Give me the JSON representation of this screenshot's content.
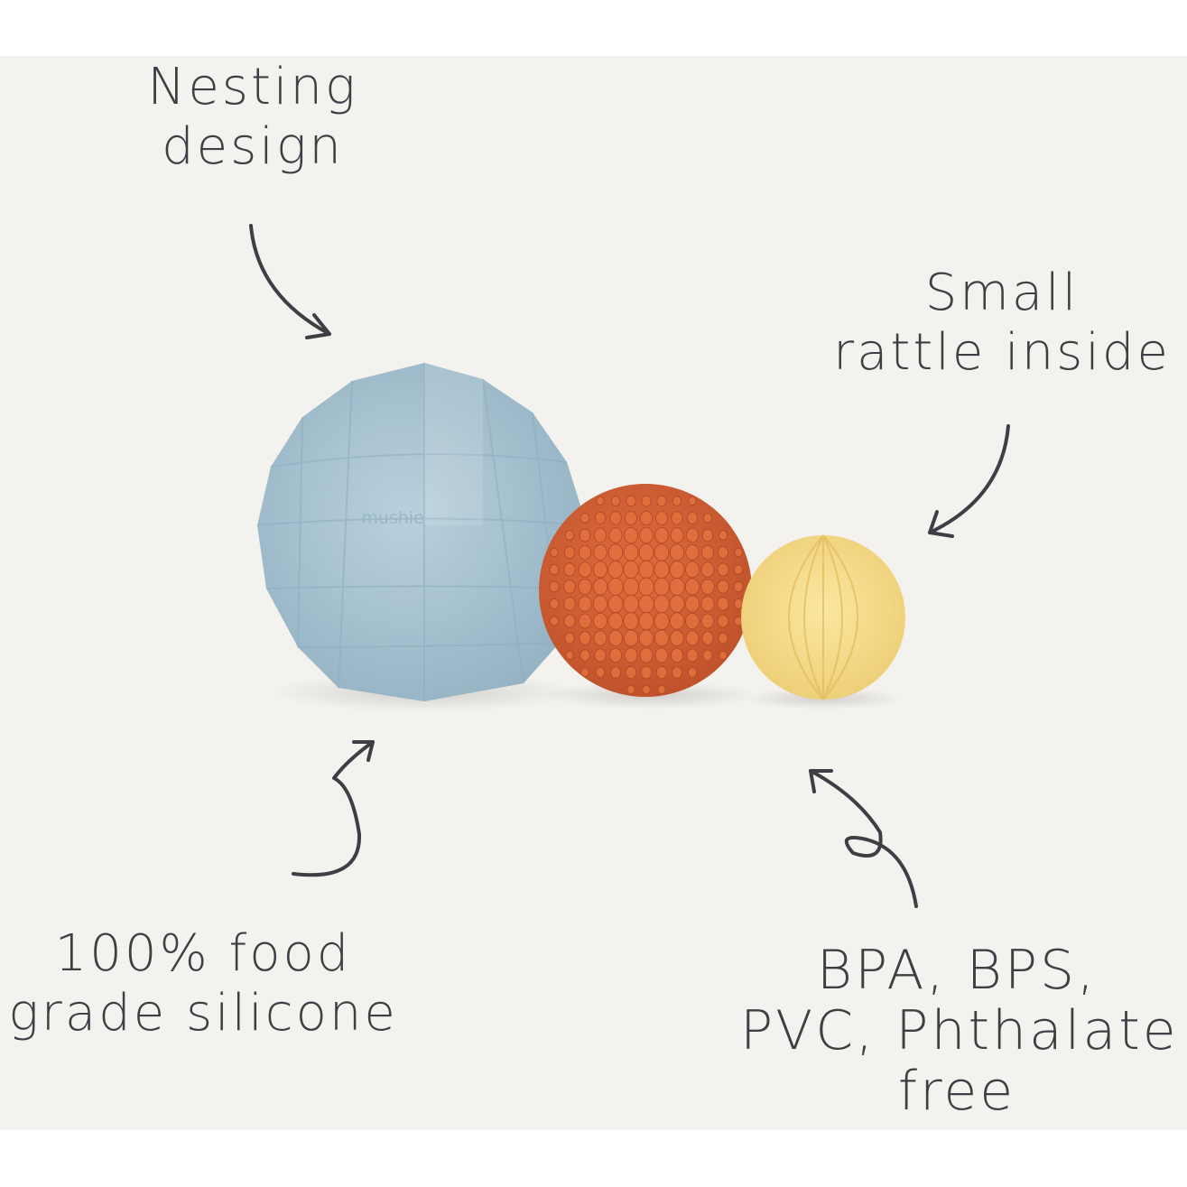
{
  "annotations": {
    "nesting": [
      "Nesting",
      "design"
    ],
    "rattle": [
      "Small",
      "rattle inside"
    ],
    "silicone": [
      "100% food",
      "grade silicone"
    ],
    "free": [
      "BPA, BPS,",
      "PVC, Phthalate",
      "free"
    ]
  },
  "product": {
    "brand_mark": "mushie"
  },
  "colors": {
    "background": "#f4f2ee",
    "large_ball": "#a9c4d3",
    "medium_ball": "#d4643a",
    "small_ball": "#f6dc8b",
    "ink": "#3d3f44"
  }
}
